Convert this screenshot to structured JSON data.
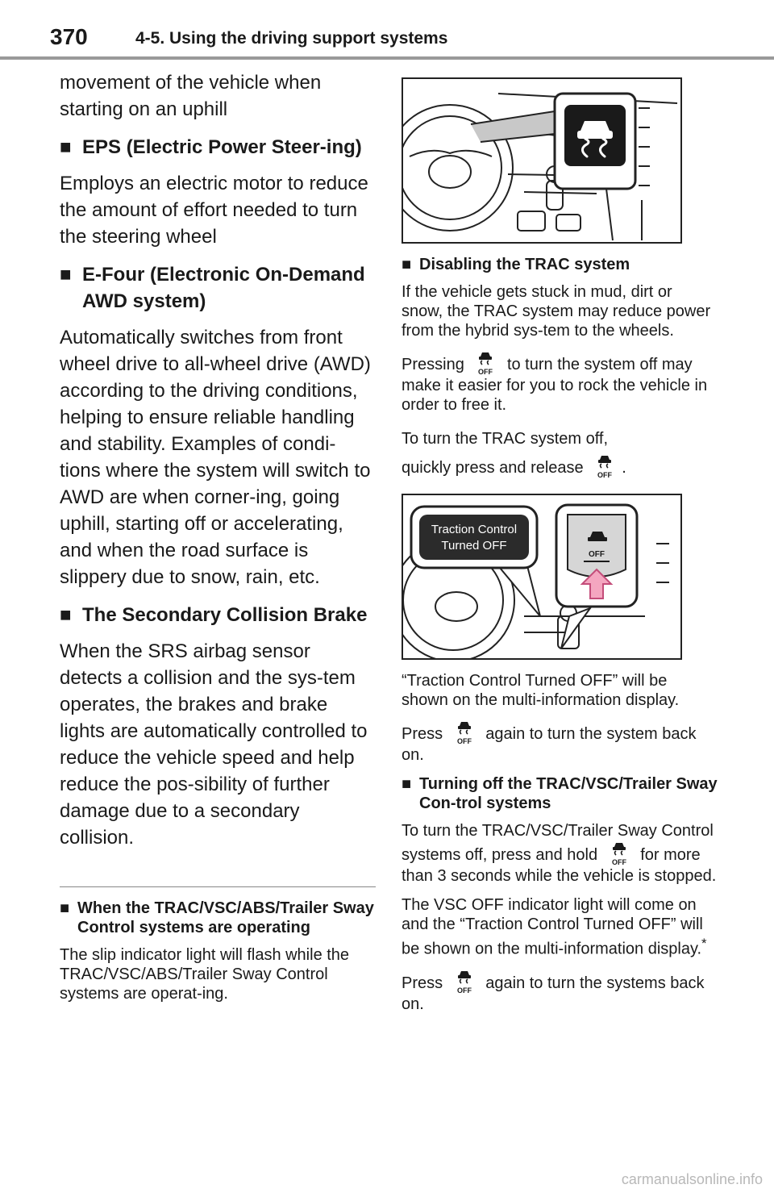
{
  "header": {
    "page_number": "370",
    "section_title": "4-5. Using the driving support systems"
  },
  "left": {
    "intro": "movement of the vehicle when starting on an uphill",
    "eps": {
      "heading": "EPS (Electric Power Steer-ing)",
      "body": "Employs an electric motor to reduce the amount of effort needed to turn the steering wheel"
    },
    "efour": {
      "heading": "E-Four (Electronic On-Demand AWD system)",
      "body": "Automatically switches from front wheel drive to all-wheel drive (AWD) according to the driving conditions, helping to ensure reliable handling and stability. Examples of condi-tions where the system will switch to AWD are when corner-ing, going uphill, starting off or accelerating, and when the road surface is slippery due to snow, rain, etc."
    },
    "scb": {
      "heading": "The Secondary Collision Brake",
      "body": "When the SRS airbag sensor detects a collision and the sys-tem operates, the brakes and brake lights are automatically controlled to reduce the vehicle speed and help reduce the pos-sibility of further damage due to a secondary collision."
    },
    "note": {
      "heading": "When the TRAC/VSC/ABS/Trailer Sway Control systems are operating",
      "body": "The slip indicator light will flash while the TRAC/VSC/ABS/Trailer Sway Control systems are operat-ing."
    }
  },
  "right": {
    "disable": {
      "heading": "Disabling the TRAC system",
      "p1": "If the vehicle gets stuck in mud, dirt or snow, the TRAC system may reduce power from the hybrid sys-tem to the wheels.",
      "p2_a": "Pressing",
      "p2_b": "to turn the system off may make it easier for you to rock the vehicle in order to free it.",
      "p3_a": "To turn the TRAC system off,",
      "p3_b": "quickly press and release",
      "p3_c": "."
    },
    "figure2": {
      "bubble_line1": "Traction Control",
      "bubble_line2": "Turned OFF",
      "button_text": "OFF"
    },
    "after": {
      "p1": "“Traction Control Turned OFF” will be shown on the multi-information display.",
      "p2_a": "Press",
      "p2_b": "again to turn the system back on."
    },
    "turnoff": {
      "heading": "Turning off the TRAC/VSC/Trailer Sway Con-trol systems",
      "p1_a": "To turn the TRAC/VSC/Trailer Sway Control systems off, press and hold",
      "p1_b": "for more than 3 seconds while the vehicle is stopped.",
      "p2_a": "The VSC OFF indicator light will come on and the “Traction Control Turned OFF” will be shown on the multi-information display.",
      "p2_star": "*",
      "p3_a": "Press",
      "p3_b": "again to turn the systems back on."
    }
  },
  "icons": {
    "bullet": "■",
    "button_label": "OFF"
  },
  "watermark": "carmanualsonline.info"
}
